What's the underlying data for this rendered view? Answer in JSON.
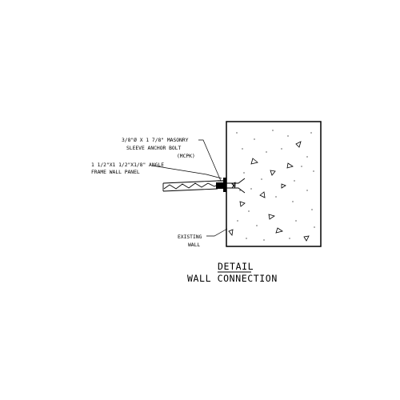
{
  "labels": {
    "bolt_line1": "3/8\"Ø X 1 7/8\" MASONRY",
    "bolt_line2": "SLEEVE ANCHOR BOLT",
    "bolt_line3": "(MCPK)",
    "angle_line1": "1 1/2\"X1 1/2\"X1/8\" ANGLE",
    "angle_line2": "FRAME WALL PANEL",
    "wall_line1": "EXISTING",
    "wall_line2": "WALL"
  },
  "title": {
    "heading": "DETAIL",
    "subtitle": "WALL CONNECTION"
  }
}
